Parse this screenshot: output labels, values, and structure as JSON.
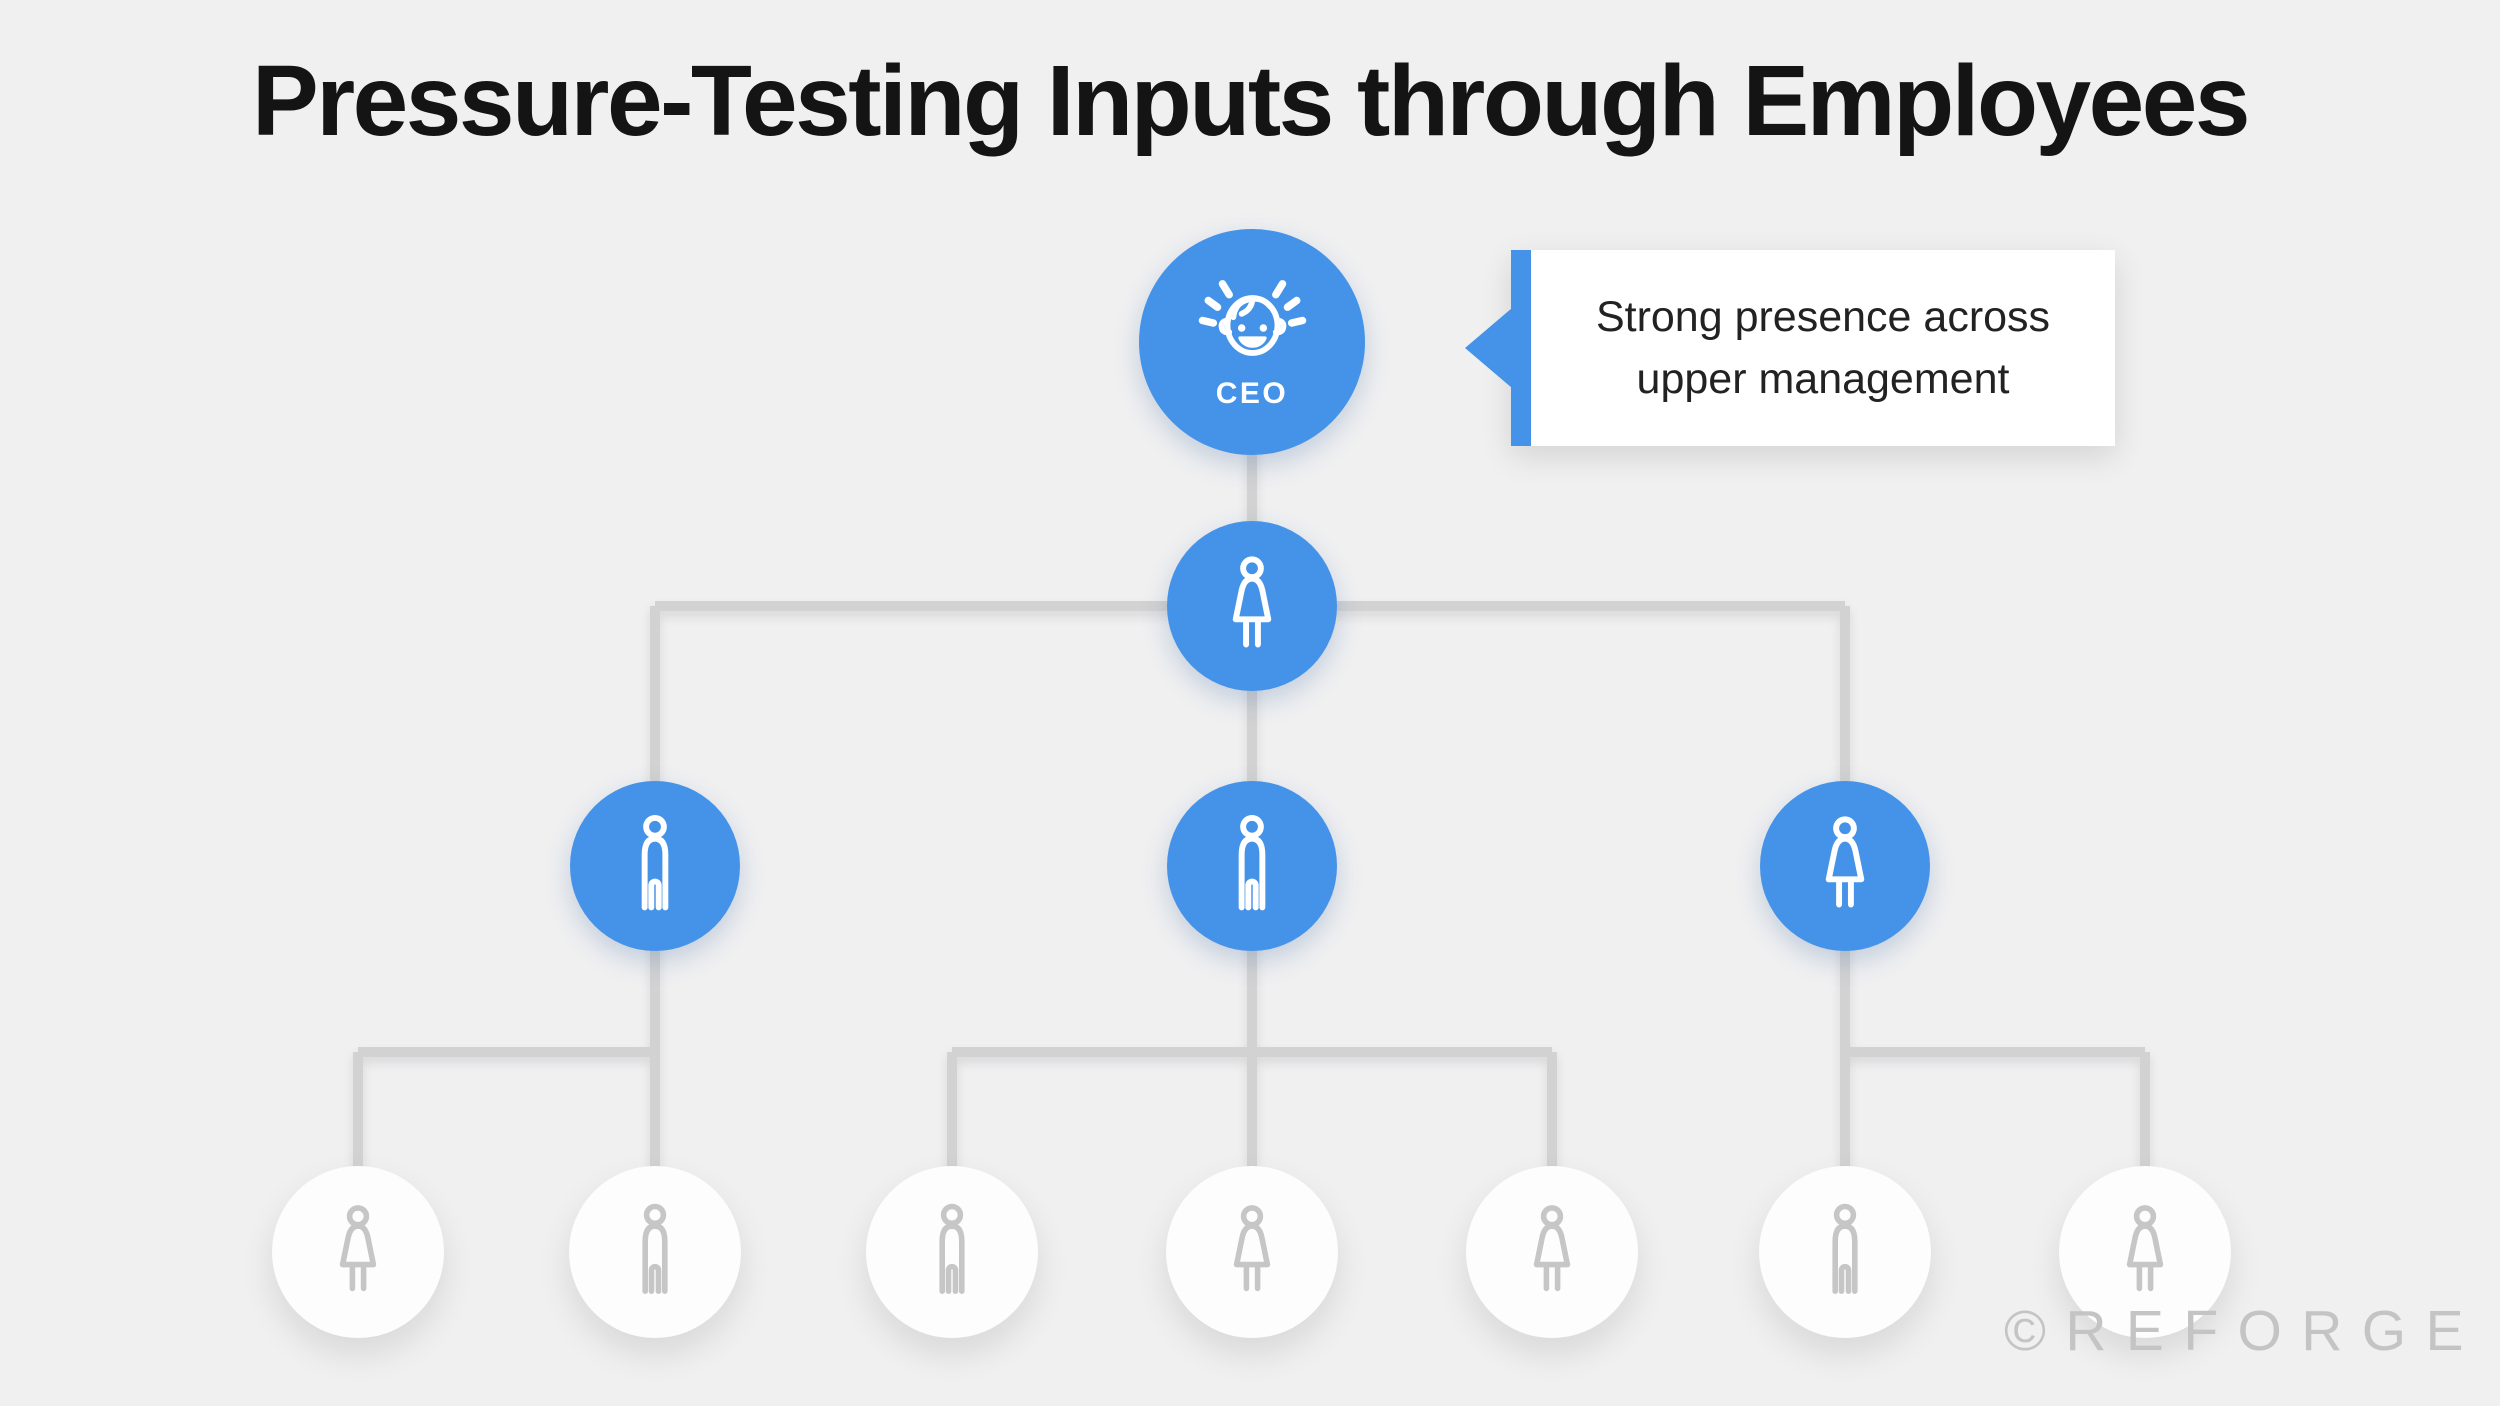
{
  "title": "Pressure-Testing Inputs through Employees",
  "callout": {
    "text": "Strong presence across upper management"
  },
  "watermark": "©REFORGE",
  "colors": {
    "accent_blue": "#4593E8",
    "muted_node_bg": "#FDFDFD",
    "connector_gray": "#D2D2D2",
    "muted_icon_gray": "#C6C6C6",
    "background": "#F0F0F1",
    "title_text": "#141414",
    "callout_text": "#222222",
    "watermark_gray": "#C4C4C4"
  },
  "org": {
    "nodes": [
      {
        "id": "ceo",
        "level": 1,
        "label": "CEO",
        "icon": "ceo-inspired-face-icon",
        "emphasized": true
      },
      {
        "id": "l2",
        "level": 2,
        "icon": "person-female-icon",
        "emphasized": true
      },
      {
        "id": "l3-1",
        "level": 3,
        "icon": "person-male-icon",
        "emphasized": true
      },
      {
        "id": "l3-2",
        "level": 3,
        "icon": "person-male-icon",
        "emphasized": true
      },
      {
        "id": "l3-3",
        "level": 3,
        "icon": "person-female-icon",
        "emphasized": true
      },
      {
        "id": "l4-1",
        "level": 4,
        "icon": "person-female-icon",
        "emphasized": false
      },
      {
        "id": "l4-2",
        "level": 4,
        "icon": "person-male-icon",
        "emphasized": false
      },
      {
        "id": "l4-3",
        "level": 4,
        "icon": "person-male-icon",
        "emphasized": false
      },
      {
        "id": "l4-4",
        "level": 4,
        "icon": "person-female-icon",
        "emphasized": false
      },
      {
        "id": "l4-5",
        "level": 4,
        "icon": "person-female-icon",
        "emphasized": false
      },
      {
        "id": "l4-6",
        "level": 4,
        "icon": "person-male-icon",
        "emphasized": false
      },
      {
        "id": "l4-7",
        "level": 4,
        "icon": "person-female-icon",
        "emphasized": false
      }
    ]
  }
}
